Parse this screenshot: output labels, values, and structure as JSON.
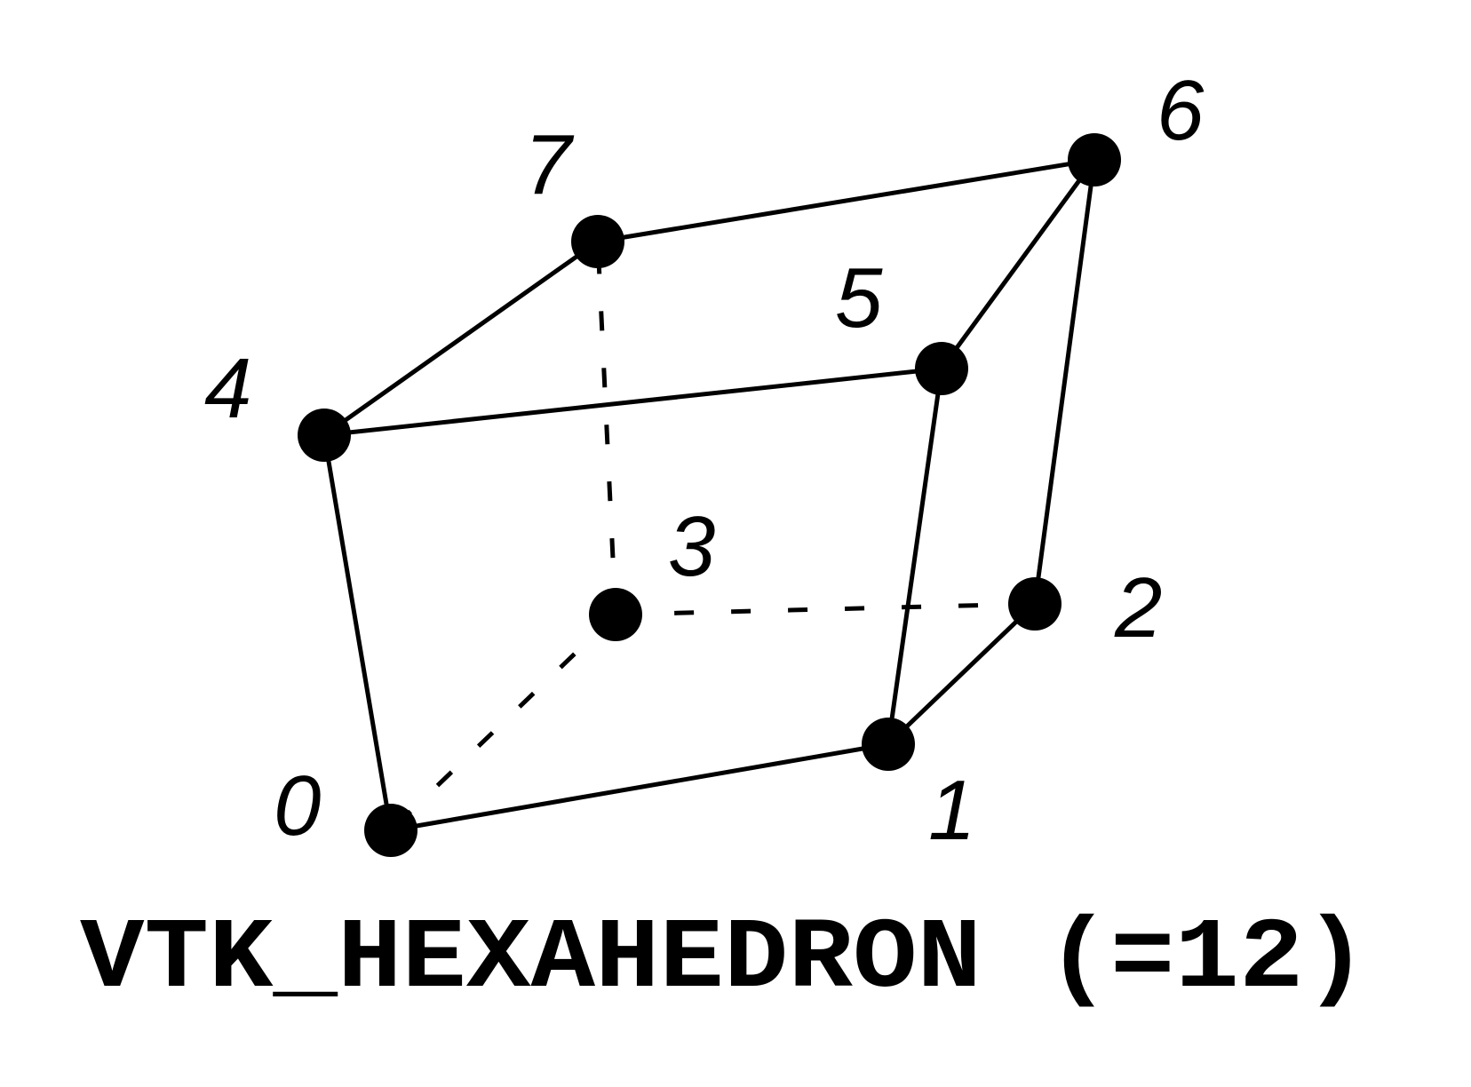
{
  "diagram": {
    "caption": "VTK_HEXAHEDRON (=12)",
    "vertex_labels": {
      "v0": "0",
      "v1": "1",
      "v2": "2",
      "v3": "3",
      "v4": "4",
      "v5": "5",
      "v6": "6",
      "v7": "7"
    },
    "edges": [
      {
        "from": "0",
        "to": "1",
        "style": "solid"
      },
      {
        "from": "1",
        "to": "2",
        "style": "solid"
      },
      {
        "from": "2",
        "to": "3",
        "style": "dashed"
      },
      {
        "from": "3",
        "to": "0",
        "style": "dashed"
      },
      {
        "from": "4",
        "to": "5",
        "style": "solid"
      },
      {
        "from": "5",
        "to": "6",
        "style": "solid"
      },
      {
        "from": "6",
        "to": "7",
        "style": "solid"
      },
      {
        "from": "7",
        "to": "4",
        "style": "solid"
      },
      {
        "from": "0",
        "to": "4",
        "style": "solid"
      },
      {
        "from": "1",
        "to": "5",
        "style": "solid"
      },
      {
        "from": "2",
        "to": "6",
        "style": "solid"
      },
      {
        "from": "3",
        "to": "7",
        "style": "dashed"
      }
    ],
    "colors": {
      "line": "#000000",
      "vertex": "#000000",
      "background": "#ffffff"
    }
  }
}
